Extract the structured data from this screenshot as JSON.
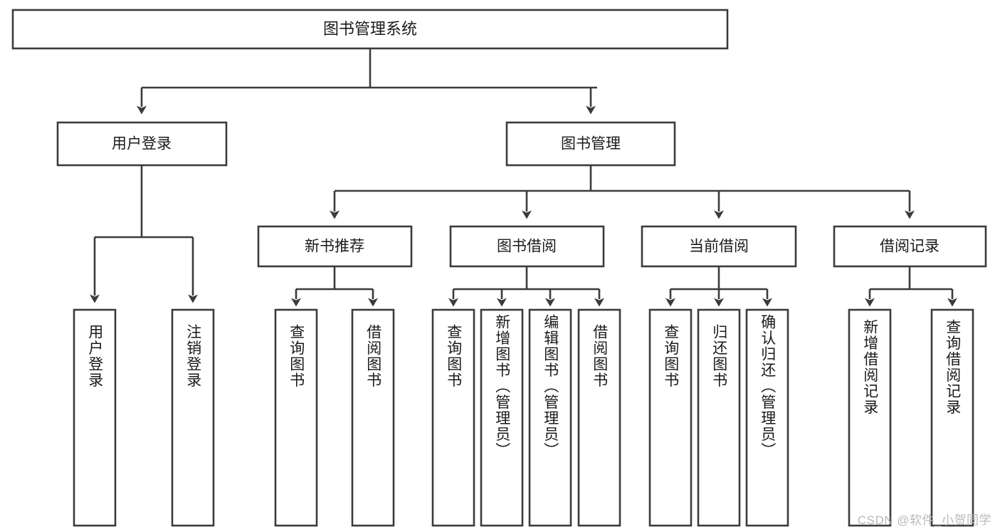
{
  "diagram": {
    "type": "tree-hierarchy",
    "title": "图书管理系统",
    "root": {
      "label": "图书管理系统",
      "orientation": "horizontal"
    },
    "level2": [
      {
        "label": "用户登录",
        "orientation": "horizontal"
      },
      {
        "label": "图书管理",
        "orientation": "horizontal"
      }
    ],
    "level3": [
      {
        "label": "新书推荐",
        "orientation": "horizontal"
      },
      {
        "label": "图书借阅",
        "orientation": "horizontal"
      },
      {
        "label": "当前借阅",
        "orientation": "horizontal"
      },
      {
        "label": "借阅记录",
        "orientation": "horizontal"
      }
    ],
    "leaves": {
      "user_login": [
        {
          "label": "用户登录",
          "orientation": "vertical"
        },
        {
          "label": "注销登录",
          "orientation": "vertical"
        }
      ],
      "new_book_recommend": [
        {
          "label": "查询图书",
          "orientation": "vertical"
        },
        {
          "label": "借阅图书",
          "orientation": "vertical"
        }
      ],
      "book_borrow": [
        {
          "label": "查询图书",
          "orientation": "vertical"
        },
        {
          "label": "新增图书（管理员）",
          "orientation": "vertical"
        },
        {
          "label": "编辑图书（管理员）",
          "orientation": "vertical"
        },
        {
          "label": "借阅图书",
          "orientation": "vertical"
        }
      ],
      "current_borrow": [
        {
          "label": "查询图书",
          "orientation": "vertical"
        },
        {
          "label": "归还图书",
          "orientation": "vertical"
        },
        {
          "label": "确认归还（管理员）",
          "orientation": "vertical"
        }
      ],
      "borrow_record": [
        {
          "label": "新增借阅记录",
          "orientation": "vertical"
        },
        {
          "label": "查询借阅记录",
          "orientation": "vertical"
        }
      ]
    },
    "colors": {
      "stroke": "#3b3b3b",
      "fill": "#ffffff",
      "text": "#1a1a1a",
      "watermark": "#b9b9b9",
      "background": "#ffffff"
    }
  },
  "watermark": {
    "text": "CSDN @软件_小贺同学"
  }
}
